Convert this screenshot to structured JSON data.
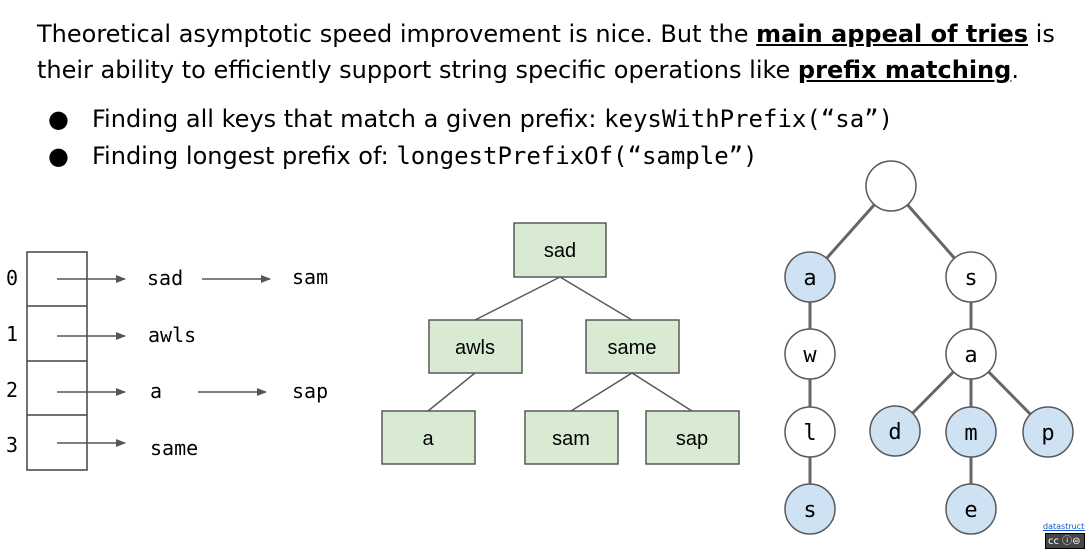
{
  "intro": {
    "part1": "Theoretical asymptotic speed improvement is nice. But the ",
    "emph1": "main appeal of tries",
    "part2": " is their ability to efficiently support string specific operations like ",
    "emph2": "prefix matching",
    "part3": "."
  },
  "bullets": [
    {
      "text": "Finding all keys that match a given prefix: ",
      "code": "keysWithPrefix(“sa”)"
    },
    {
      "text": "Finding longest prefix of: ",
      "code": "longestPrefixOf(“sample”)"
    }
  ],
  "hash_table": {
    "indices": [
      "0",
      "1",
      "2",
      "3"
    ],
    "chains": [
      [
        "sad",
        "sam"
      ],
      [
        "awls"
      ],
      [
        "a",
        "sap"
      ],
      [
        "same"
      ]
    ]
  },
  "bst": {
    "nodes": [
      "sad",
      "awls",
      "same",
      "a",
      "sam",
      "sap"
    ]
  },
  "trie": {
    "nodes": [
      "",
      "a",
      "s",
      "w",
      "a",
      "l",
      "d",
      "m",
      "p",
      "s",
      "e"
    ]
  },
  "colors": {
    "box_fill": "#d9ead3",
    "box_stroke": "#595959",
    "key_fill": "#cfe2f3",
    "edge": "#666666"
  },
  "footer": {
    "link": "datastructur",
    "badge": "cc ⓘ⊜"
  }
}
